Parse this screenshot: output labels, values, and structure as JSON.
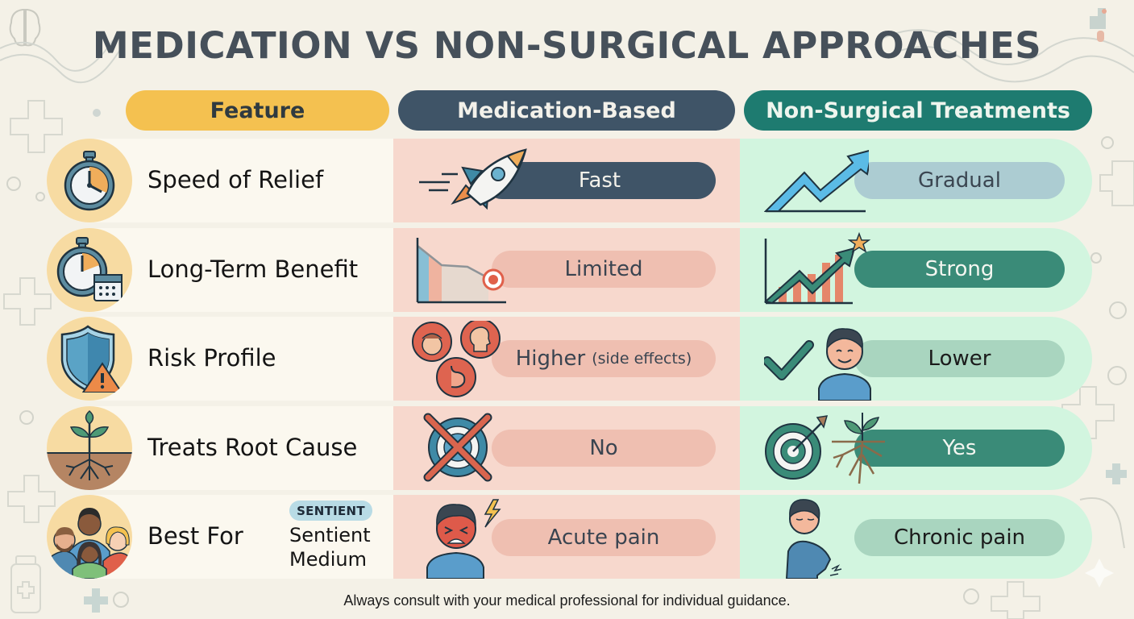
{
  "title": "MEDICATION VS NON-SURGICAL APPROACHES",
  "headers": {
    "feature": "Feature",
    "medication": "Medication-Based",
    "non_surgical": "Non-Surgical Treatments"
  },
  "rows": [
    {
      "feature": "Speed of Relief",
      "feature_icon": "stopwatch-icon",
      "medication": "Fast",
      "medication_icon": "rocket-icon",
      "non_surgical": "Gradual",
      "non_surgical_icon": "rising-arrow-icon"
    },
    {
      "feature": "Long-Term Benefit",
      "feature_icon": "stopwatch-calendar-icon",
      "medication": "Limited",
      "medication_icon": "declining-chart-icon",
      "non_surgical": "Strong",
      "non_surgical_icon": "growth-chart-star-icon"
    },
    {
      "feature": "Risk Profile",
      "feature_icon": "shield-warning-icon",
      "medication": "Higher",
      "medication_note": "(side effects)",
      "medication_icon": "side-effects-icon",
      "non_surgical": "Lower",
      "non_surgical_icon": "check-happy-person-icon"
    },
    {
      "feature": "Treats Root Cause",
      "feature_icon": "plant-roots-icon",
      "medication": "No",
      "medication_icon": "crossed-target-icon",
      "non_surgical": "Yes",
      "non_surgical_icon": "target-roots-icon"
    },
    {
      "feature": "Best For",
      "feature_icon": "group-people-icon",
      "medication": "Acute pain",
      "medication_icon": "person-in-pain-icon",
      "non_surgical": "Chronic pain",
      "non_surgical_icon": "person-back-pain-icon"
    }
  ],
  "sentient": {
    "badge": "SENTIENT",
    "line1": "Sentient",
    "line2": "Medium"
  },
  "footer": "Always consult with your medical professional for individual guidance.",
  "colors": {
    "background": "#f4f1e7",
    "feature_header": "#f4c150",
    "medication_header": "#3f5467",
    "non_surgical_header": "#1e7b70",
    "medication_cell": "#f7d8cd",
    "non_surgical_cell": "#d2f5df",
    "title_text": "#46505a"
  }
}
